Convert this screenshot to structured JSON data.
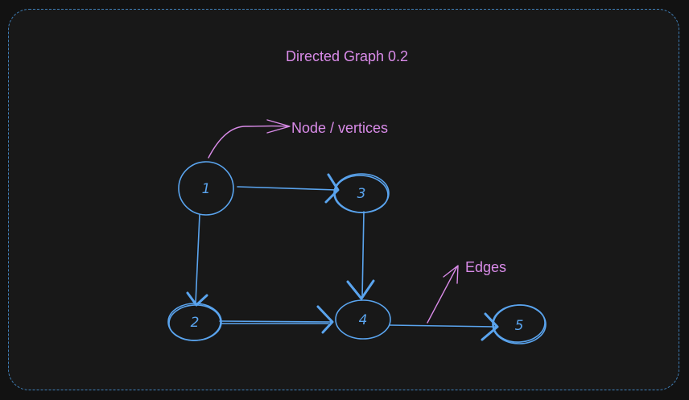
{
  "title": "Directed Graph 0.2",
  "annotations": {
    "nodes": "Node / vertices",
    "edges": "Edges"
  },
  "nodes": [
    {
      "id": "1",
      "label": "1"
    },
    {
      "id": "2",
      "label": "2"
    },
    {
      "id": "3",
      "label": "3"
    },
    {
      "id": "4",
      "label": "4"
    },
    {
      "id": "5",
      "label": "5"
    }
  ],
  "edges": [
    {
      "from": "1",
      "to": "3"
    },
    {
      "from": "1",
      "to": "2"
    },
    {
      "from": "3",
      "to": "4"
    },
    {
      "from": "2",
      "to": "4"
    },
    {
      "from": "4",
      "to": "5"
    }
  ],
  "colors": {
    "background": "#121212",
    "frame": "#3f7fb8",
    "graph": "#5aa4ee",
    "annotation": "#d98be8"
  }
}
